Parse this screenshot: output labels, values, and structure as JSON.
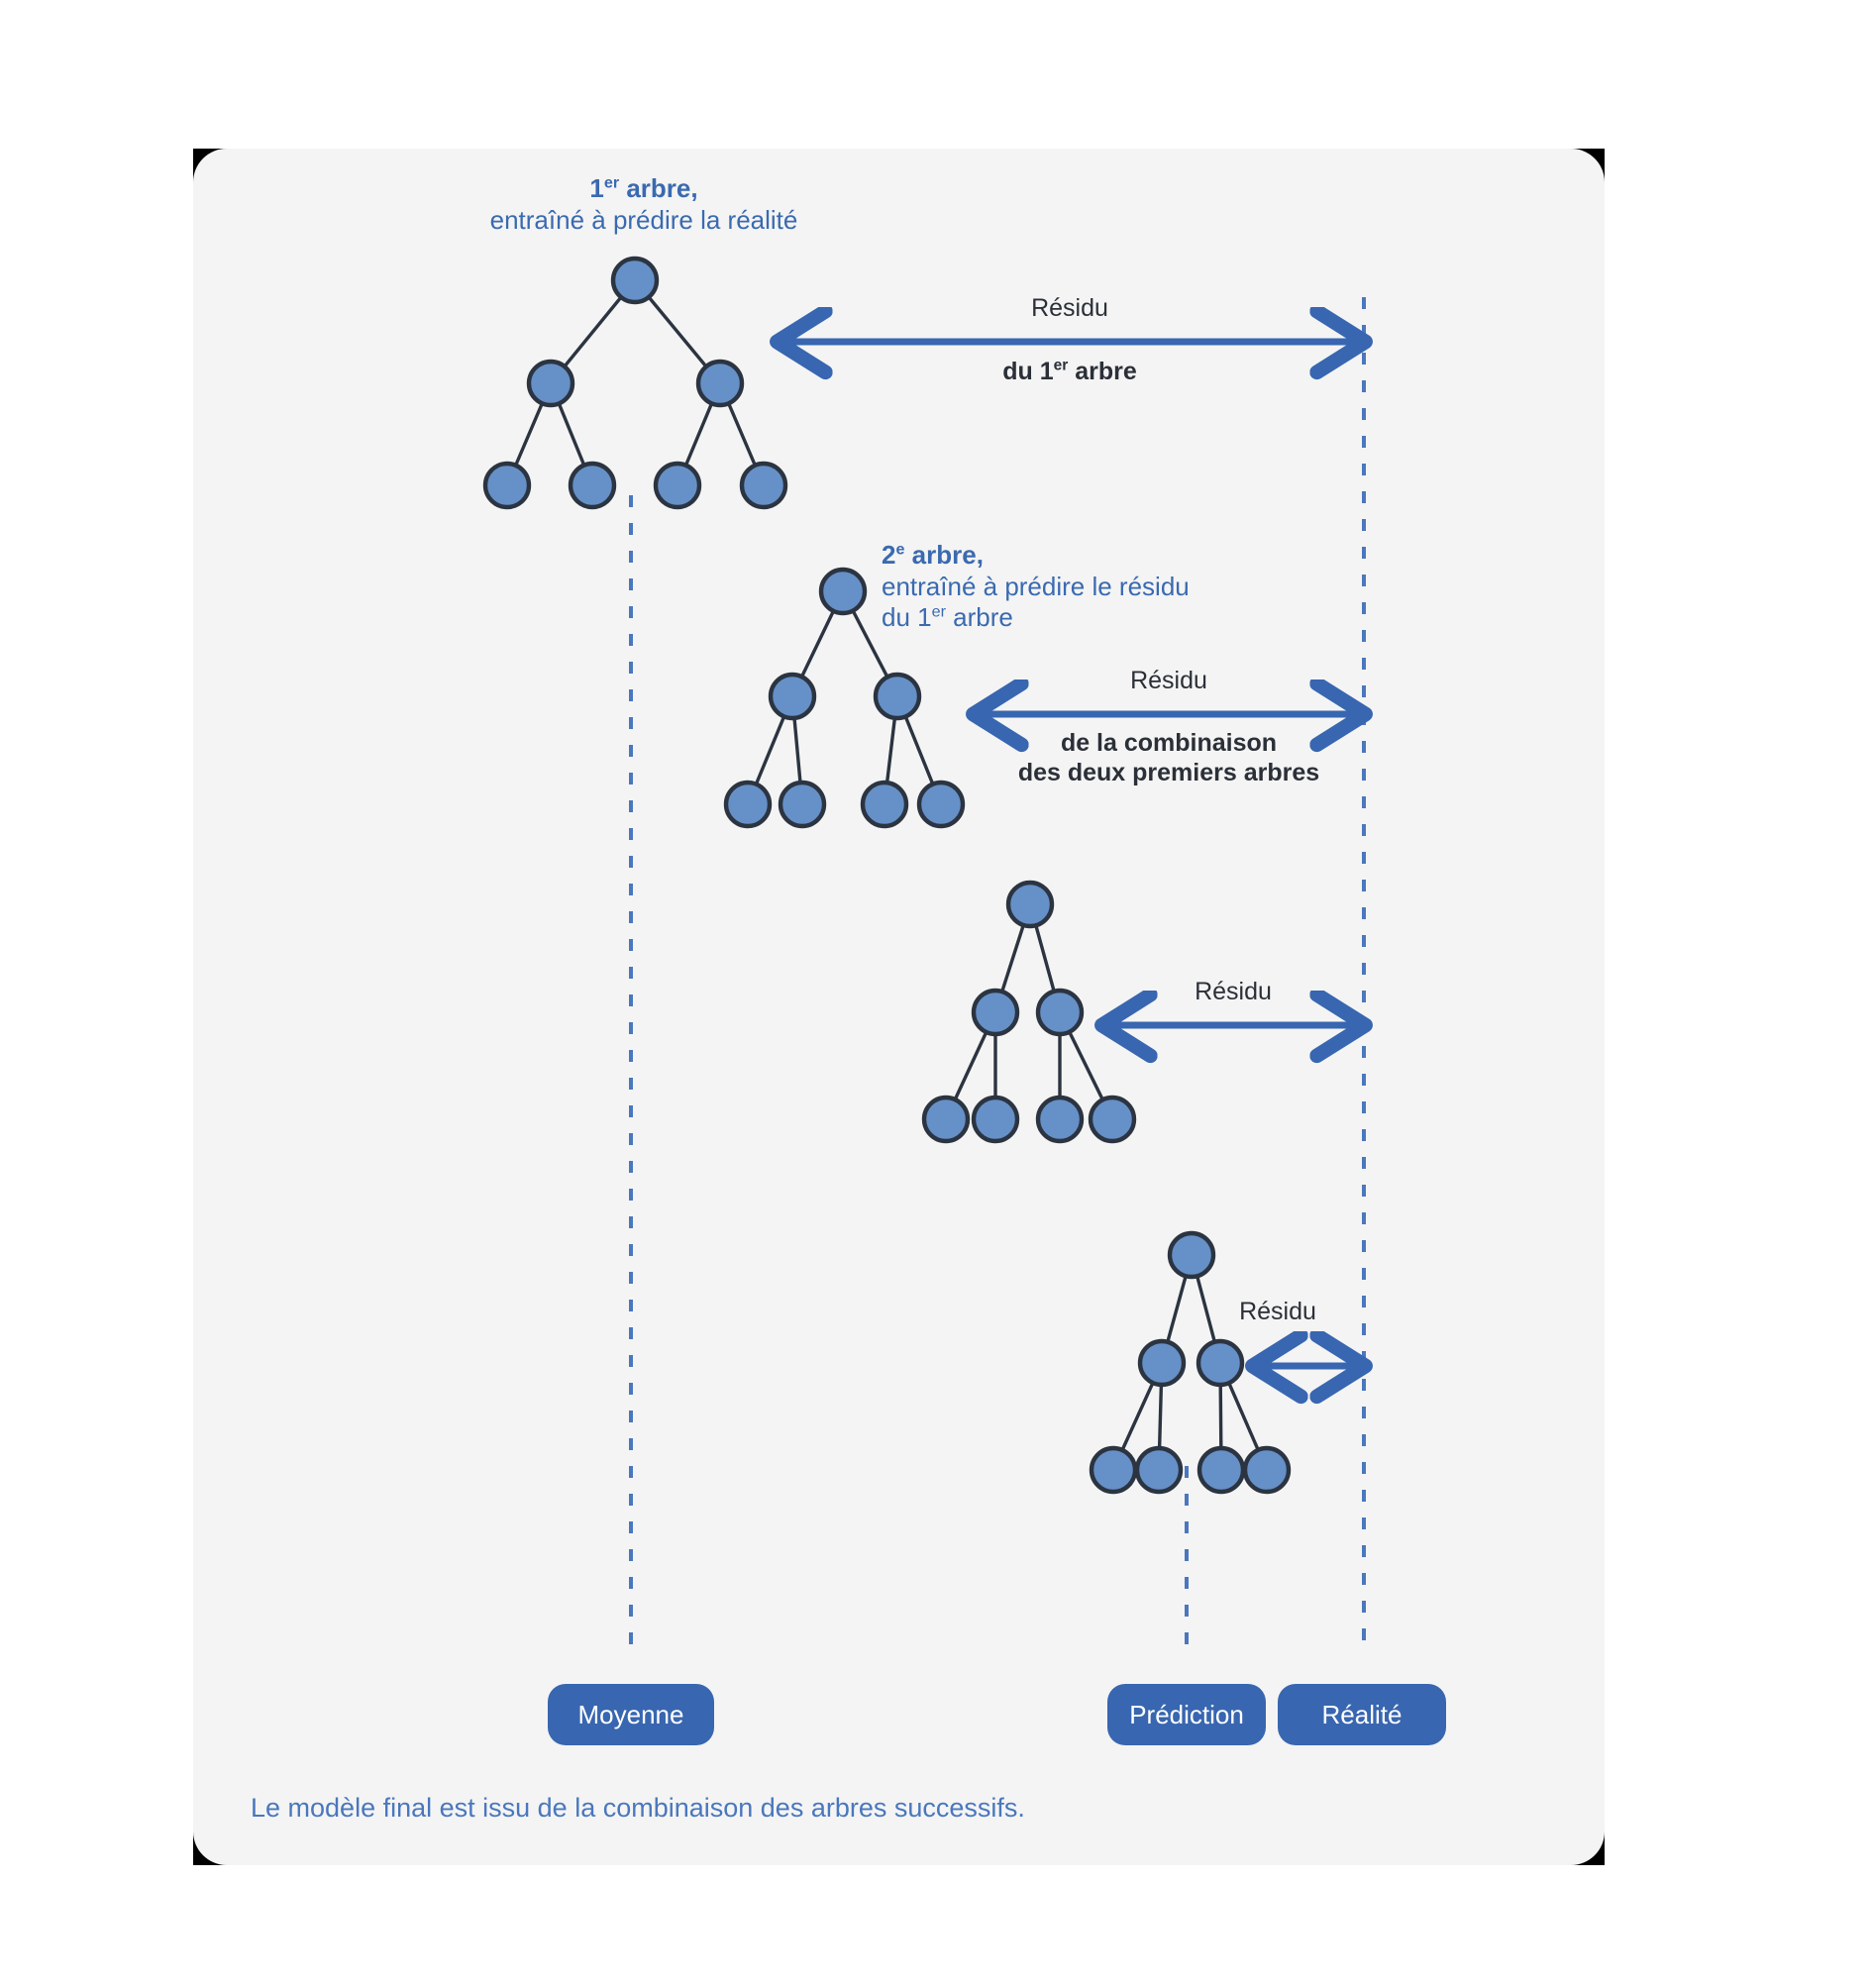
{
  "card": {
    "background": "#f4f4f4",
    "corner_color": "#000000"
  },
  "palette": {
    "node_fill": "#6690c8",
    "node_stroke": "#2b3440",
    "arrow_blue": "#3866b0",
    "dashed_blue": "#4a77bd",
    "title_blue": "#3a6ab0",
    "label_dark": "#2b3038",
    "pill_blue": "#3866b0",
    "pill_text": "#ffffff",
    "caption_blue": "#4a77bd"
  },
  "trees": [
    {
      "id": "tree-1",
      "title_line1_strong": "1",
      "title_line1_sup": "er",
      "title_line1_rest": " arbre,",
      "title_line2": "entraîné à prédire la réalité",
      "nodes": 7,
      "levels": 3
    },
    {
      "id": "tree-2",
      "title_line1_strong": "2",
      "title_line1_sup": "e",
      "title_line1_rest": " arbre,",
      "title_line2": "entraîné à prédire le résidu",
      "title_line3_pre": "du 1",
      "title_line3_sup": "er",
      "title_line3_rest": " arbre",
      "nodes": 7,
      "levels": 3
    },
    {
      "id": "tree-3",
      "nodes": 7,
      "levels": 3
    },
    {
      "id": "tree-4",
      "nodes": 7,
      "levels": 3
    }
  ],
  "residual_arrows": [
    {
      "id": "residual-1",
      "top_label": "Résidu",
      "bottom_line1_pre": "du 1",
      "bottom_line1_sup": "er",
      "bottom_line1_rest": " arbre"
    },
    {
      "id": "residual-2",
      "top_label": "Résidu",
      "bottom_line1": "de la combinaison",
      "bottom_line2": "des deux premiers arbres"
    },
    {
      "id": "residual-3",
      "top_label": "Résidu"
    },
    {
      "id": "residual-4",
      "top_label": "Résidu"
    }
  ],
  "dashed_lines": [
    {
      "id": "mean-line",
      "label": "Moyenne"
    },
    {
      "id": "prediction-line",
      "label": "Prédiction"
    },
    {
      "id": "reality-line",
      "label": "Réalité"
    }
  ],
  "pills": {
    "moyenne": "Moyenne",
    "prediction": "Prédiction",
    "realite": "Réalité"
  },
  "caption": "Le modèle final est issu de la combinaison des arbres successifs."
}
